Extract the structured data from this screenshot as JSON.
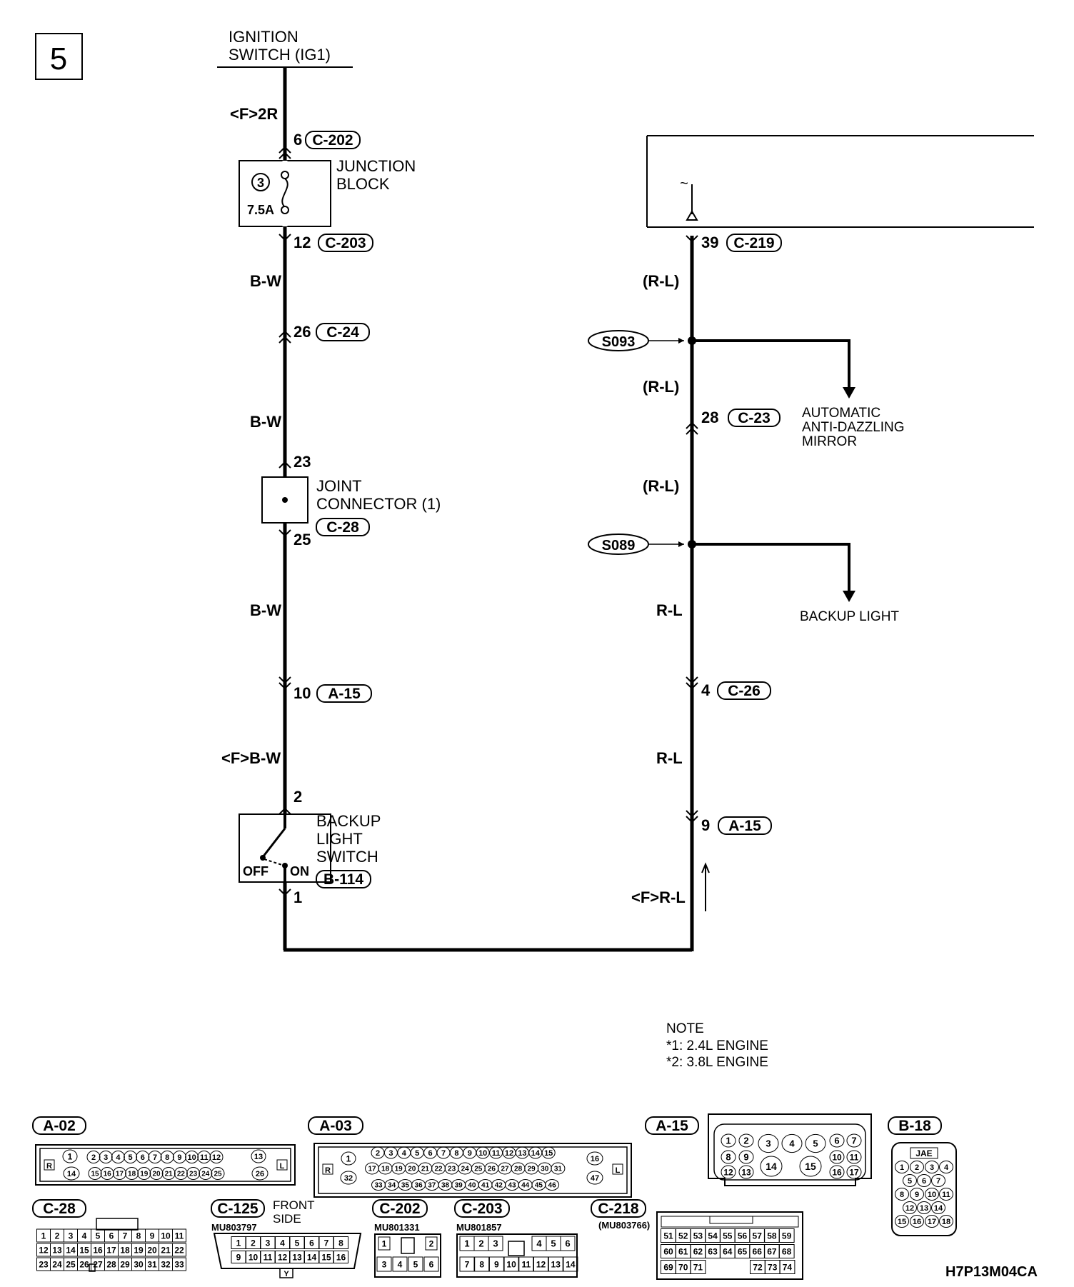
{
  "page_number": "5",
  "ignition": {
    "line1": "IGNITION",
    "line2": "SWITCH (IG1)"
  },
  "left": {
    "wire_f2r": "<F>2R",
    "pin6": "6",
    "c202": "C-202",
    "junction_block_l1": "JUNCTION",
    "junction_block_l2": "BLOCK",
    "fuse_no": "3",
    "fuse_amp": "7.5A",
    "pin12": "12",
    "c203": "C-203",
    "bw1": "B-W",
    "pin26": "26",
    "c24": "C-24",
    "bw2": "B-W",
    "pin23": "23",
    "joint_l1": "JOINT",
    "joint_l2": "CONNECTOR (1)",
    "c28": "C-28",
    "pin25": "25",
    "bw3": "B-W",
    "pin10": "10",
    "a15a": "A-15",
    "fbw": "<F>B-W",
    "pin2": "2",
    "switch_l1": "BACKUP",
    "switch_l2": "LIGHT",
    "switch_l3": "SWITCH",
    "off": "OFF",
    "on": "ON",
    "b114": "B-114",
    "pin1": "1"
  },
  "right": {
    "tilde": "~",
    "pin39": "39",
    "c219": "C-219",
    "rl1": "(R-L)",
    "s093": "S093",
    "rl2": "(R-L)",
    "pin28": "28",
    "c23": "C-23",
    "mirror_l1": "AUTOMATIC",
    "mirror_l2": "ANTI-DAZZLING",
    "mirror_l3": "MIRROR",
    "rl3": "(R-L)",
    "s089": "S089",
    "rl4": "R-L",
    "backup_light": "BACKUP LIGHT",
    "pin4": "4",
    "c26": "C-26",
    "rl5": "R-L",
    "pin9": "9",
    "a15b": "A-15",
    "frl": "<F>R-L"
  },
  "note": {
    "title": "NOTE",
    "n1": "*1: 2.4L ENGINE",
    "n2": "*2: 3.8L ENGINE"
  },
  "connectors": {
    "a02": "A-02",
    "a03": "A-03",
    "a15": "A-15",
    "b18": "B-18",
    "c28": "C-28",
    "c125": "C-125",
    "c125_side_l1": "FRONT",
    "c125_side_l2": "SIDE",
    "c125_part": "MU803797",
    "c202": "C-202",
    "c202_part": "MU801331",
    "c203": "C-203",
    "c203_part": "MU801857",
    "c218": "C-218",
    "c218_part": "(MU803766)",
    "b18_maker": "JAE",
    "r": "R",
    "l": "L",
    "y": "Y"
  },
  "figure_code": "H7P13M04CA"
}
